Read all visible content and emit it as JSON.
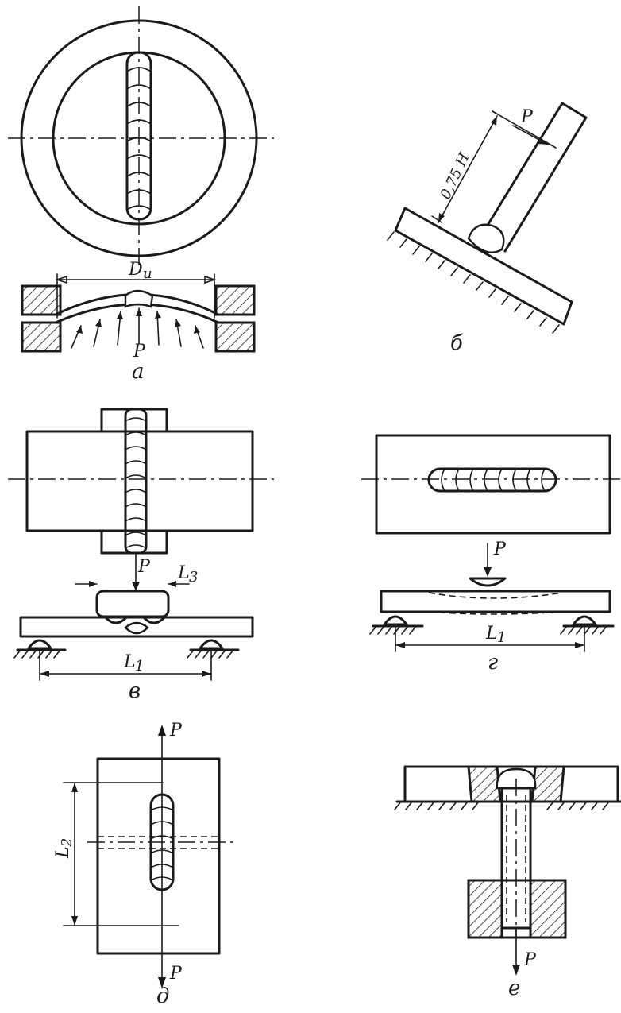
{
  "captions": {
    "a": "а",
    "b": "б",
    "v": "в",
    "g": "г",
    "d": "д",
    "e": "е"
  },
  "labels": {
    "force": "P",
    "diameter": "D",
    "diameter_sub": "и",
    "distance": "0,75 Н",
    "span_l1": "L",
    "span_l1_sub": "1",
    "span_l2": "L",
    "span_l2_sub": "2",
    "span_l3": "L",
    "span_l3_sub": "3"
  }
}
